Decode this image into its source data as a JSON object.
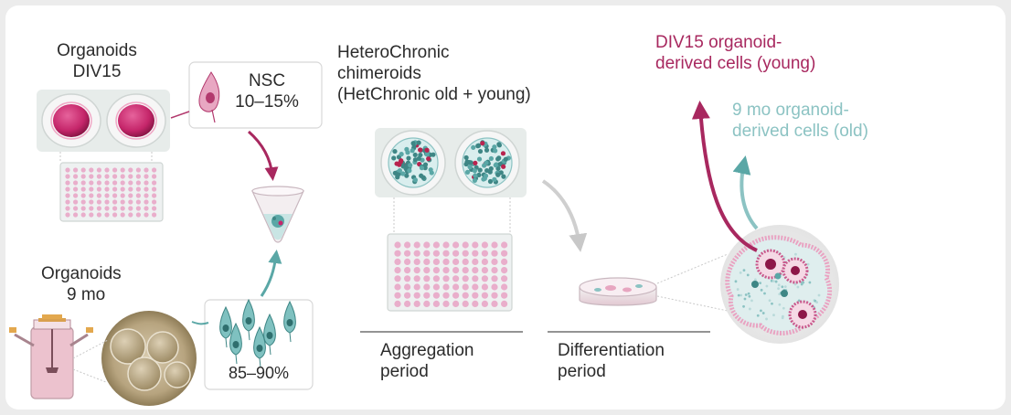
{
  "labels": {
    "organoids_young": [
      "Organoids",
      "DIV15"
    ],
    "organoids_old": [
      "Organoids",
      "9 mo"
    ],
    "nsc_name": "NSC",
    "nsc_pct": "10–15%",
    "old_pct": "85–90%",
    "chimeroid_title": [
      "HeteroChronic",
      "chimeroids",
      "(HetChronic old + young)"
    ],
    "aggregation": [
      "Aggregation",
      "period"
    ],
    "differentiation": [
      "Differentiation",
      "period"
    ],
    "young_cells": [
      "DIV15 organoid-",
      "derived cells (young)"
    ],
    "old_cells": [
      "9 mo organoid-",
      "derived cells (old)"
    ]
  },
  "colors": {
    "young_accent": "#a8285f",
    "old_accent": "#8cc3c3",
    "plate_well": "#e9aecb",
    "teal_cell": "#5aa7a6",
    "background": "#ffffff"
  },
  "icons": [
    "organoid-well-icon",
    "multiwell-plate-icon",
    "nsc-cell-icon",
    "conical-tube-icon",
    "flask-icon",
    "microscopy-organoid-image",
    "teal-neuron-icon",
    "chimeroid-well-icon",
    "petri-dish-icon",
    "chimeroid-cross-section-icon"
  ]
}
